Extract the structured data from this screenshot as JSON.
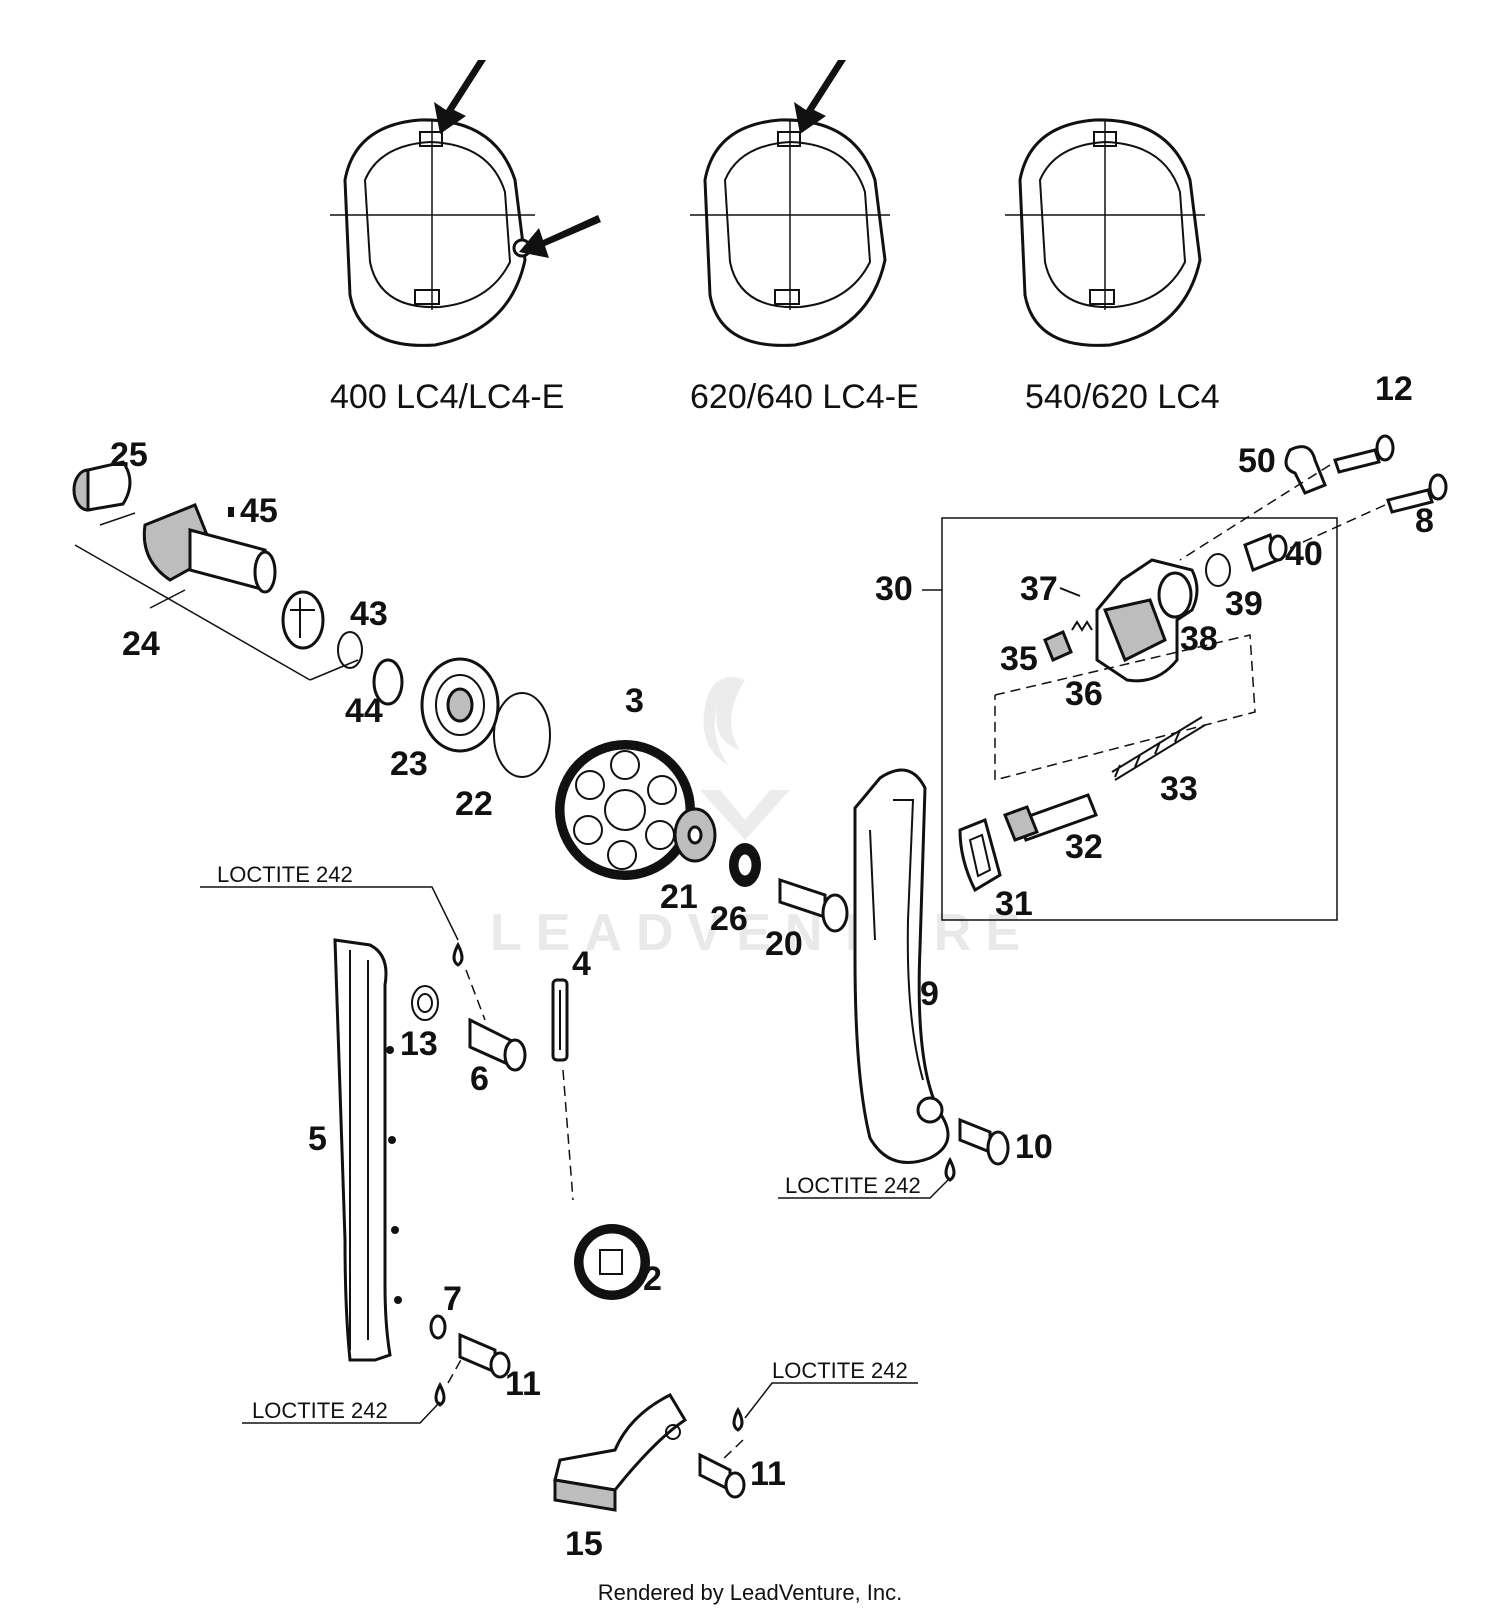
{
  "variants": [
    {
      "label": "400 LC4/LC4-E"
    },
    {
      "label": "620/640 LC4-E"
    },
    {
      "label": "540/620 LC4"
    }
  ],
  "loctite_label": "LOCTITE 242",
  "watermark": "LEADVENTURE",
  "footer": "Rendered by LeadVenture, Inc.",
  "parts": {
    "p2": "2",
    "p3": "3",
    "p4": "4",
    "p5": "5",
    "p6": "6",
    "p7": "7",
    "p8": "8",
    "p9": "9",
    "p10": "10",
    "p11a": "11",
    "p11b": "11",
    "p12": "12",
    "p13": "13",
    "p15": "15",
    "p20": "20",
    "p21": "21",
    "p22": "22",
    "p23": "23",
    "p24": "24",
    "p25": "25",
    "p26": "26",
    "p30": "30",
    "p31": "31",
    "p32": "32",
    "p33": "33",
    "p35": "35",
    "p36": "36",
    "p37": "37",
    "p38": "38",
    "p39": "39",
    "p40": "40",
    "p43": "43",
    "p44": "44",
    "p45": "45",
    "p50": "50"
  }
}
